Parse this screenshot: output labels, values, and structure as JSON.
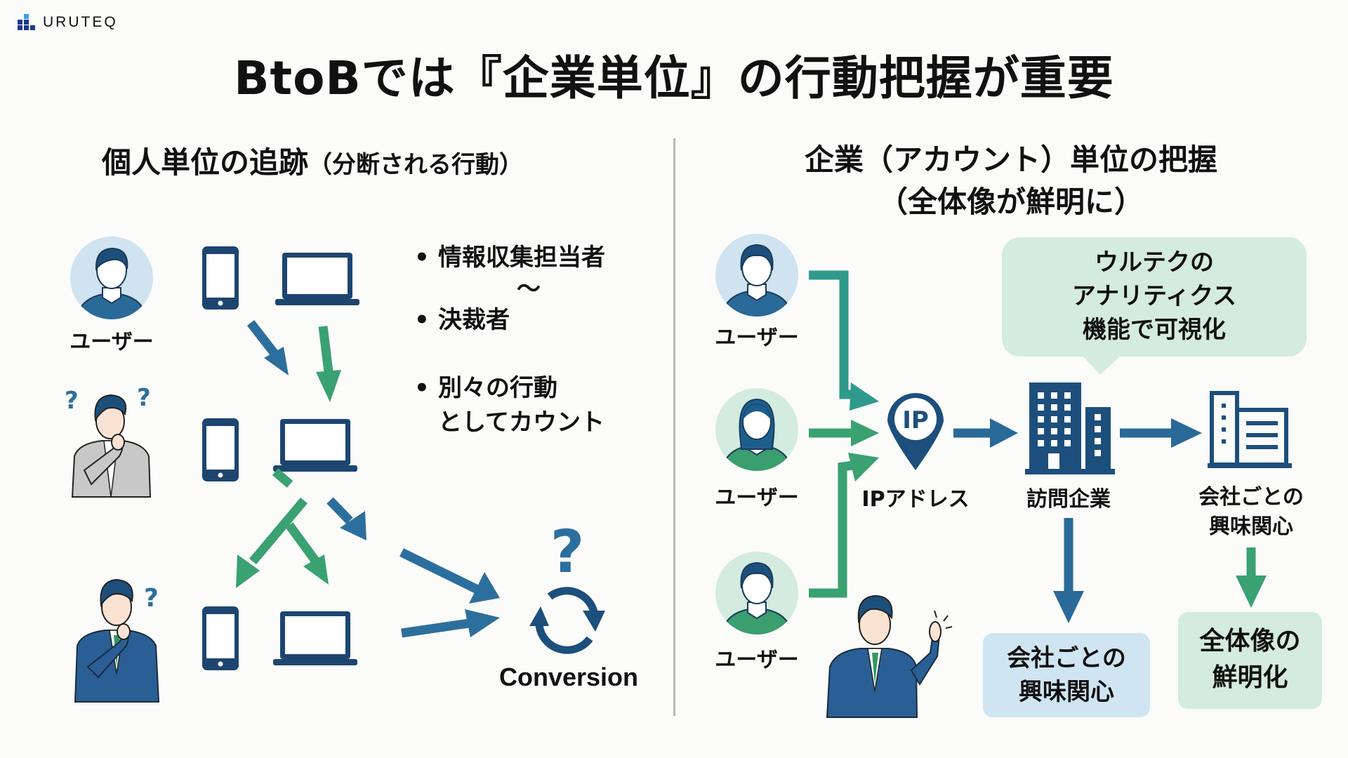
{
  "brand": {
    "logo_icon": "bar-blocks-icon",
    "name": "URUTEQ"
  },
  "title": "BtoBでは『企業単位』の行動把握が重要",
  "colors": {
    "navy": "#1d4f7c",
    "blue": "#2d6f9c",
    "green": "#3aa172",
    "teal": "#2f9a8c",
    "light_blue_bg": "#cfe5f2",
    "light_green_bg": "#d4ebdf",
    "divider": "#b8b8b8"
  },
  "left": {
    "heading": "個人単位の追跡",
    "heading_sub": "（分断される行動）",
    "user_label": "ユーザー",
    "bullets": [
      {
        "text": "情報収集担当者"
      },
      {
        "text": "〜",
        "connector": true
      },
      {
        "text": "決裁者"
      },
      {
        "text": "別々の行動",
        "continuation": "としてカウント"
      }
    ],
    "bullet_symbol": "•",
    "question_mark": "?",
    "conversion_label": "Conversion"
  },
  "right": {
    "heading_line1": "企業（アカウント）単位の把握",
    "heading_line2": "（全体像が鮮明に）",
    "users": [
      {
        "label": "ユーザー"
      },
      {
        "label": "ユーザー"
      },
      {
        "label": "ユーザー"
      }
    ],
    "ip": {
      "icon_text": "IP",
      "label": "IPアドレス"
    },
    "visiting_company": {
      "label": "訪問企業"
    },
    "callout": {
      "line1": "ウルテクの",
      "line2": "アナリティクス",
      "line3": "機能で可視化"
    },
    "company_interest": {
      "line1": "会社ごとの",
      "line2": "興味関心"
    },
    "box_interest": {
      "line1": "会社ごとの",
      "line2": "興味関心"
    },
    "box_clarity": {
      "line1": "全体像の",
      "line2": "鮮明化"
    }
  }
}
